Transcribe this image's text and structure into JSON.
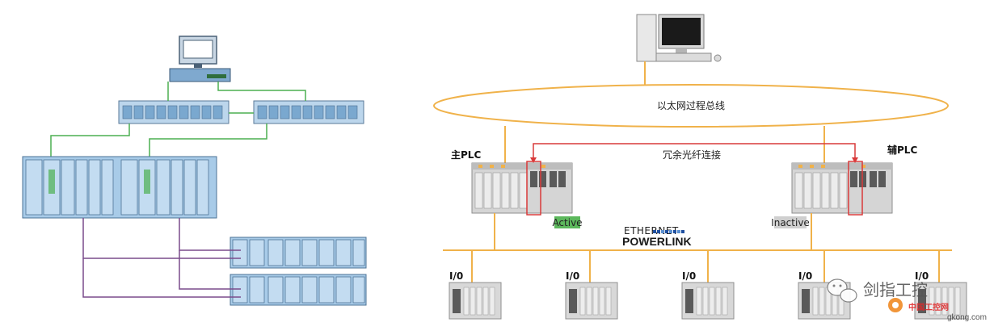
{
  "right": {
    "bus_label": "以太网过程总线",
    "main_plc": "主PLC",
    "aux_plc": "辅PLC",
    "redundant_link": "冗余光纤连接",
    "active": "Active",
    "inactive": "Inactive",
    "powerlink_top": "ETHERNET",
    "powerlink": "POWERLINK",
    "io_labels": [
      "I/0",
      "I/0",
      "I/0",
      "I/0",
      "I/0"
    ]
  },
  "watermark": {
    "brand": "剑指工控",
    "site_cn": "中国工控网",
    "site": "gkong.com"
  },
  "colors": {
    "bus_orange": "#f0b24a",
    "link_red": "#d93a3a",
    "active_green": "#5cb85c",
    "inactive_grey": "#cfcfcf",
    "green_line": "#4caf50",
    "purple_line": "#7a4c8c",
    "module_blue": "#a8cbe8"
  }
}
